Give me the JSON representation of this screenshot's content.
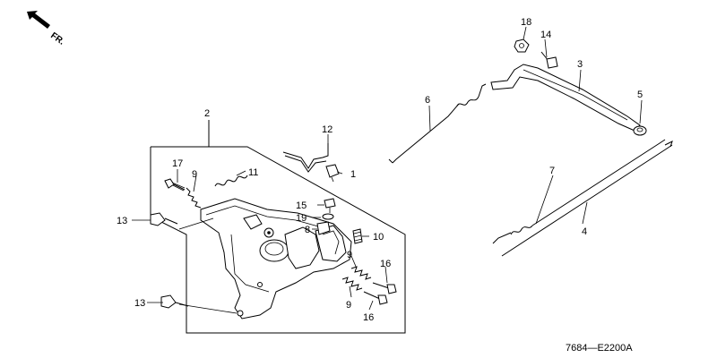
{
  "orientation": {
    "label": "FR.",
    "icon": "front-arrow-icon"
  },
  "callouts": {
    "c1": "1",
    "c2": "2",
    "c3": "3",
    "c4": "4",
    "c5": "5",
    "c6": "6",
    "c7": "7",
    "c8": "8",
    "c9a": "9",
    "c9b": "9",
    "c9c": "9",
    "c10": "10",
    "c11": "11",
    "c12": "12",
    "c13a": "13",
    "c13b": "13",
    "c14": "14",
    "c15": "15",
    "c16a": "16",
    "c16b": "16",
    "c17": "17",
    "c18": "18",
    "c19": "19"
  },
  "diagram_code": "7684—E2200A"
}
